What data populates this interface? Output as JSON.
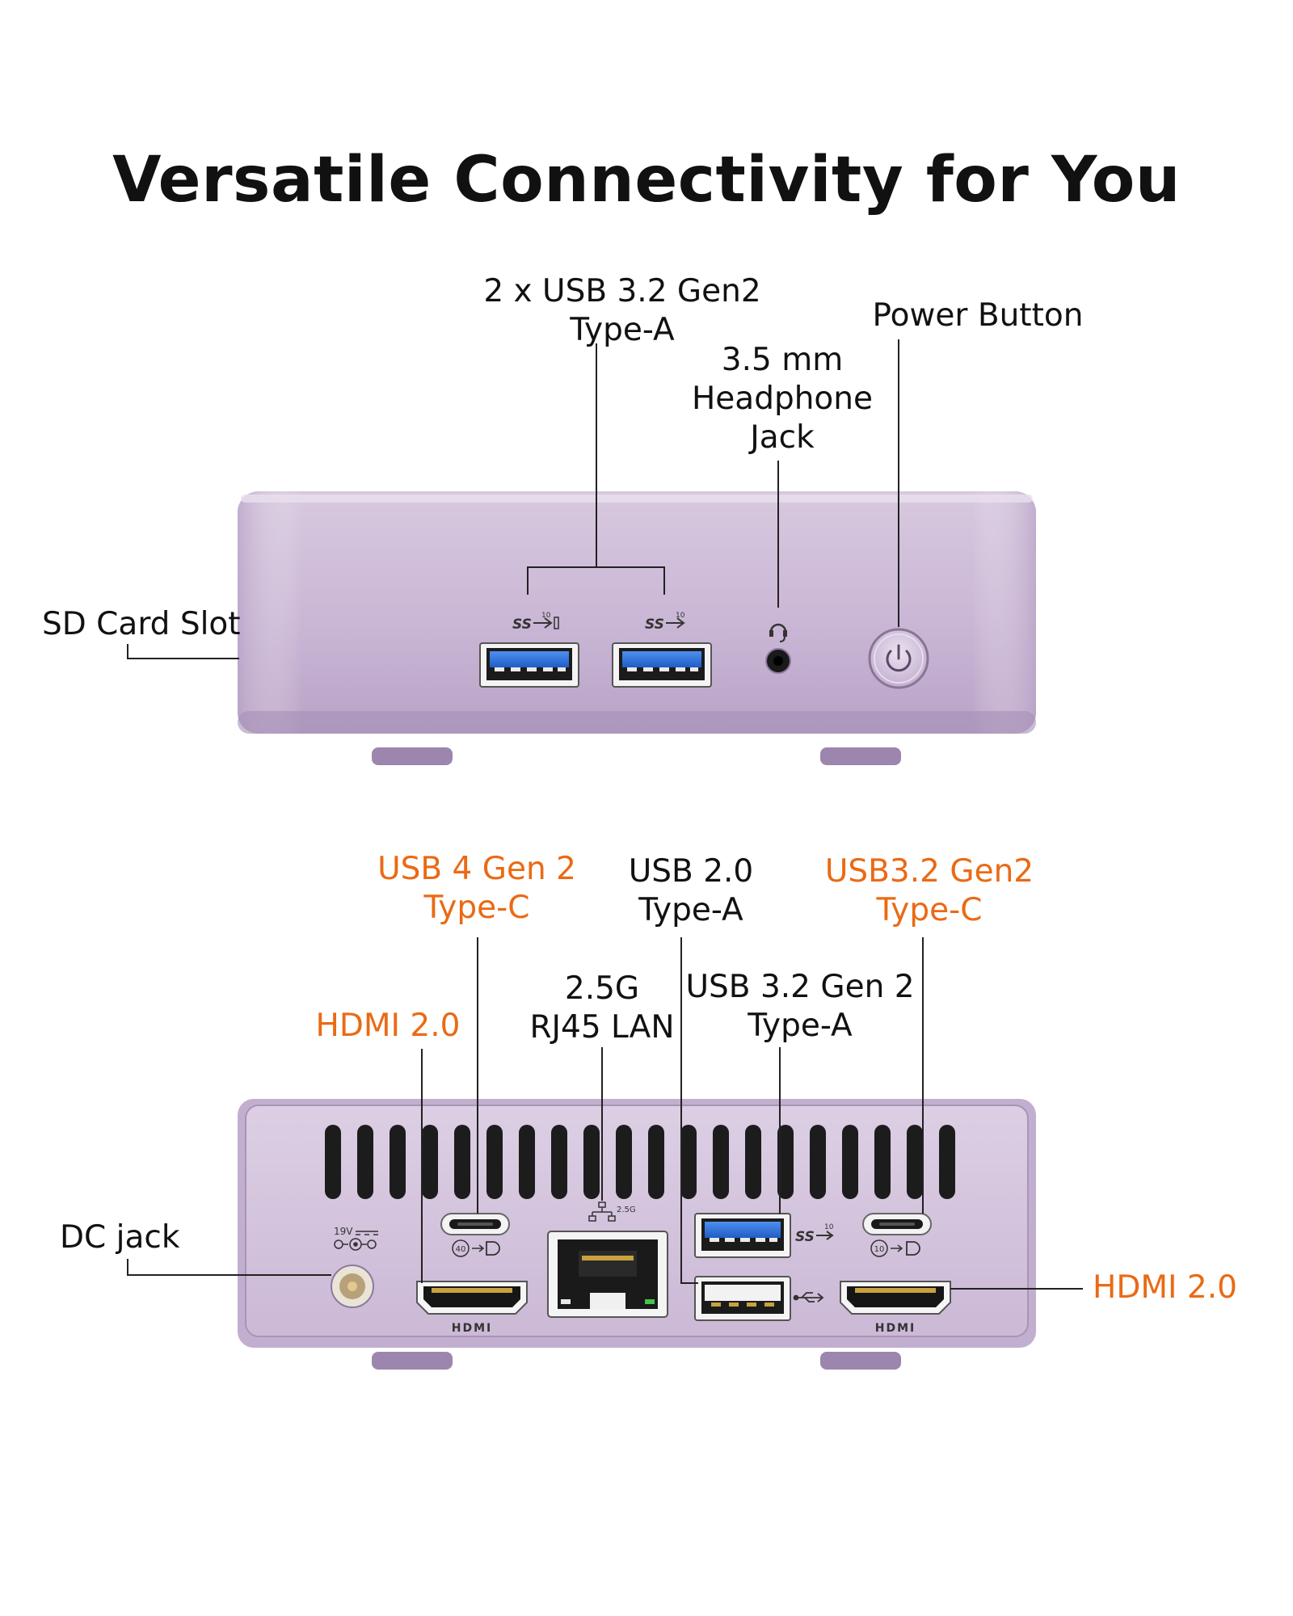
{
  "title": "Versatile Connectivity for You",
  "colors": {
    "chassis": "#cdbcd6",
    "chassis_dark": "#a994b6",
    "usb3_blue": "#2b6fd6",
    "accent_orange": "#ea6a14",
    "lines": "#222222"
  },
  "front_panel": {
    "labels": {
      "usb_a": [
        "2 x USB 3.2 Gen2",
        "Type-A"
      ],
      "headphone": [
        "3.5 mm",
        "Headphone",
        "Jack"
      ],
      "power": "Power Button",
      "sd": "SD Card Slot"
    }
  },
  "rear_panel": {
    "labels": {
      "usb4": [
        "USB 4 Gen 2",
        "Type-C"
      ],
      "usb20": [
        "USB 2.0",
        "Type-A"
      ],
      "usb32c": [
        "USB3.2 Gen2",
        "Type-C"
      ],
      "hdmi_left": "HDMI 2.0",
      "lan": [
        "2.5G",
        "RJ45 LAN"
      ],
      "usb32a": [
        "USB 3.2 Gen 2",
        "Type-A"
      ],
      "dc": "DC jack",
      "hdmi_right": "HDMI 2.0"
    },
    "port_marks": {
      "dc_voltage": "19V",
      "lan_speed": "2.5G",
      "hdmi": "HDMI",
      "usb4_speed": "40",
      "usbc_speed": "10",
      "usb3_speed": "10",
      "superspeed": "SS"
    },
    "vent_slot_count": 20
  },
  "icons": [
    "usb-superspeed-icon",
    "headphone-icon",
    "power-icon",
    "ethernet-icon",
    "usb-trident-icon",
    "dc-polarity-icon",
    "displayport-icon"
  ]
}
